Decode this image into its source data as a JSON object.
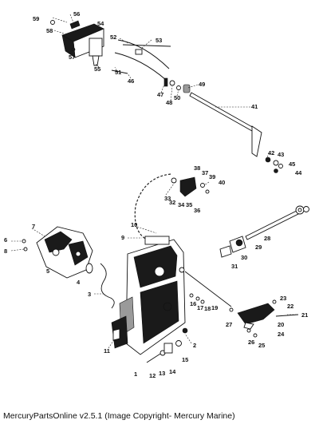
{
  "diagram": {
    "callouts": {
      "c1": "1",
      "c2": "2",
      "c3": "3",
      "c4": "4",
      "c5": "5",
      "c6": "6",
      "c7": "7",
      "c8": "8",
      "c9": "9",
      "c10": "10",
      "c11": "11",
      "c12": "12",
      "c13": "13",
      "c14": "14",
      "c15": "15",
      "c16": "16",
      "c17": "17",
      "c18": "18",
      "c19": "19",
      "c20": "20",
      "c21": "21",
      "c22": "22",
      "c23": "23",
      "c24": "24",
      "c25": "25",
      "c26": "26",
      "c27": "27",
      "c28": "28",
      "c29": "29",
      "c30": "30",
      "c31": "31",
      "c32": "32",
      "c33": "33",
      "c34": "34",
      "c35": "35",
      "c36": "36",
      "c37": "37",
      "c38": "38",
      "c39": "39",
      "c40": "40",
      "c41": "41",
      "c42": "42",
      "c43": "43",
      "c44": "44",
      "c45": "45",
      "c46": "46",
      "c47": "47",
      "c48": "48",
      "c49": "49",
      "c50": "50",
      "c51": "51",
      "c52": "52",
      "c53": "53",
      "c54": "54",
      "c55": "55",
      "c56": "56",
      "c57": "57",
      "c58": "58",
      "c59": "59"
    }
  },
  "footer": {
    "text": "MercuryPartsOnline v2.5.1 (Image Copyright- Mercury Marine)"
  }
}
